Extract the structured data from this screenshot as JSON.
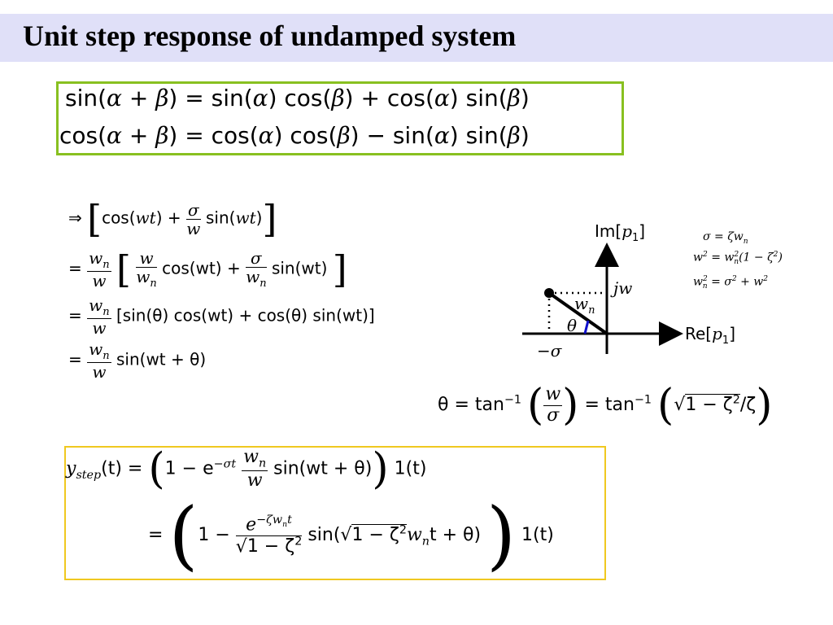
{
  "slide": {
    "title": "Unit step response of undamped system"
  },
  "identities": {
    "line1": [
      "sin(",
      "α",
      " + ",
      "β",
      ") = sin(",
      "α",
      ") cos(",
      "β",
      ") + cos(",
      "α",
      ") sin(",
      "β",
      ")"
    ],
    "line2": [
      "cos(",
      "α",
      " + ",
      "β",
      ") = cos(",
      "α",
      ") cos(",
      "β",
      ") − sin(",
      "α",
      ") sin(",
      "β",
      ")"
    ]
  },
  "derivation": {
    "line1": {
      "implies": "⇒",
      "lb": "[",
      "cos": "cos(",
      "wt": "wt",
      "close": ") + ",
      "sigma": "σ",
      "w": "w",
      "sin": "sin(",
      "wt2": "wt",
      "end": ")",
      "rb": "]"
    },
    "line2": {
      "eq": "=",
      "wn": "w",
      "n": "n",
      "w": "w",
      "lb": "[",
      "w_num": "w",
      "wn_den": "w",
      "n2": "n",
      "cos": "cos(wt) +",
      "sigma": "σ",
      "wn2": "w",
      "n3": "n",
      "sin": "sin(wt)",
      "rb": "]"
    },
    "line3": {
      "eq": "=",
      "wn": "w",
      "n": "n",
      "w": "w",
      "body": "[sin(θ) cos(wt) + cos(θ) sin(wt)]"
    },
    "line4": {
      "eq": "=",
      "wn": "w",
      "n": "n",
      "w": "w",
      "body": "sin(wt + θ)"
    }
  },
  "diagram": {
    "im_label": "Im[",
    "im_p": "p",
    "im_sub": "1",
    "im_close": "]",
    "re_label": "Re[",
    "re_p": "p",
    "re_sub": "1",
    "re_close": "]",
    "jw": "jw",
    "wn": "w",
    "wn_sub": "n",
    "theta": "θ",
    "neg_sigma": "−σ",
    "colors": {
      "angle_marker": "#1010cc",
      "axes": "#000000"
    }
  },
  "params": {
    "sigma_eq": "σ = ζw",
    "sigma_sub": "n",
    "w2_eq_a": "w",
    "w2_eq_b": " = w",
    "w2_eq_c": "(1 − ζ",
    "w2_eq_d": ")",
    "wn2_eq_a": "w",
    "wn2_eq_b": " = σ",
    "wn2_eq_c": " + w",
    "sub_n": "n",
    "sup_2": "2"
  },
  "theta_relation": {
    "lhs": "θ = tan",
    "sup": "−1",
    "num": "w",
    "den": "σ",
    "mid": "= tan",
    "sup2": "−1",
    "root": "1 − ζ",
    "root_sup": "2",
    "tail": "/ζ"
  },
  "step_response": {
    "y": "y",
    "sub": "step",
    "t_arg": "(t) =",
    "one_minus": "1 − e",
    "exp1": "−σt",
    "wn_num": "w",
    "wn_sub": "n",
    "w_den": "w",
    "sin1": "sin(wt + θ)",
    "unit1": "1(t)",
    "eq2": "=",
    "one_minus2": "1 −",
    "exp_e": "e",
    "exp2": "−ζw",
    "exp2_sub": "n",
    "exp2_t": "t",
    "den_root": "1 − ζ",
    "den_sup": "2",
    "sin2_a": "sin(",
    "sin2_root": "1 − ζ",
    "sin2_sup": "2",
    "sin2_b": "w",
    "sin2_sub": "n",
    "sin2_c": "t + θ)",
    "unit2": "1(t)"
  },
  "colors": {
    "title_band": "#e0e0f8",
    "identity_box": "#88c020",
    "step_box": "#f0c820"
  }
}
